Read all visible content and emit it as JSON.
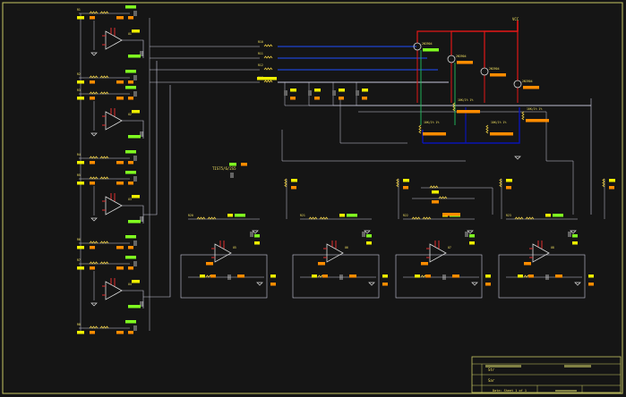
{
  "colors": {
    "background": "#151515",
    "frame": "#c8c864",
    "wire": "#c8c8dc",
    "component": "#dcdcdc",
    "resistor": "#e6c840",
    "pin": "#e03030",
    "label": "#f0e060",
    "tag_yellow": "#f0f000",
    "tag_green": "#80ff20",
    "tag_orange": "#ff8c00",
    "wire_red": "#e01818",
    "wire_blue": "#2050ff",
    "wire_green": "#20c060",
    "wire_navy": "#0a14b4"
  },
  "components": {
    "op_amp_ref": "U",
    "resistor_ref": "R",
    "capacitor_ref": "C",
    "diode_ref": "D",
    "vcc_label": "VCC",
    "transistor_value": "2N3904",
    "center_part": "TIS75/6/2S5",
    "feedback_resistor": "10K/1% 1%",
    "bias_resistor": "10K/1% 1%"
  },
  "title_block": {
    "row1": "Str",
    "row2": "Sar",
    "row3": "Date: Sheet 1 of 1"
  }
}
